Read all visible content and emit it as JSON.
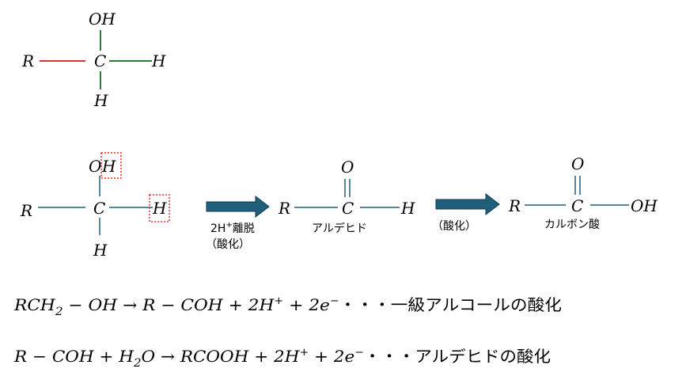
{
  "colors": {
    "bond_red": "#e03030",
    "bond_green": "#2e7d32",
    "bond_teal": "#1f5f7a",
    "highlight_box": "#e03030",
    "arrow_fill": "#1f5f7a",
    "arrow_stroke": "#123c50"
  },
  "top_structure": {
    "oh": "OH",
    "r": "R",
    "c": "C",
    "h_right": "H",
    "h_bottom": "H"
  },
  "reaction": {
    "alcohol": {
      "oh_o": "O",
      "oh_h": "H",
      "r": "R",
      "c": "C",
      "h_right": "H",
      "h_bottom": "H"
    },
    "arrow1_label_line1_prefix": "2H",
    "arrow1_label_line1_sup": "+",
    "arrow1_label_line1_suffix": "離脱",
    "arrow1_label_line2": "（酸化）",
    "aldehyde": {
      "o": "O",
      "r": "R",
      "c": "C",
      "h": "H",
      "name": "アルデヒド"
    },
    "arrow2_label": "（酸化）",
    "carboxylic_acid": {
      "o": "O",
      "r": "R",
      "c": "C",
      "oh": "OH",
      "name": "カルボン酸"
    }
  },
  "equations": {
    "eq1": {
      "parts": [
        "RCH",
        "2",
        " − OH → R − COH + 2H",
        "+",
        " + 2e",
        "−"
      ],
      "description": "・・・一級アルコールの酸化"
    },
    "eq2": {
      "parts": [
        "R − COH + H",
        "2",
        "O → RCOOH + 2H",
        "+",
        " + 2e",
        "−"
      ],
      "description": "・・・アルデヒドの酸化"
    }
  }
}
